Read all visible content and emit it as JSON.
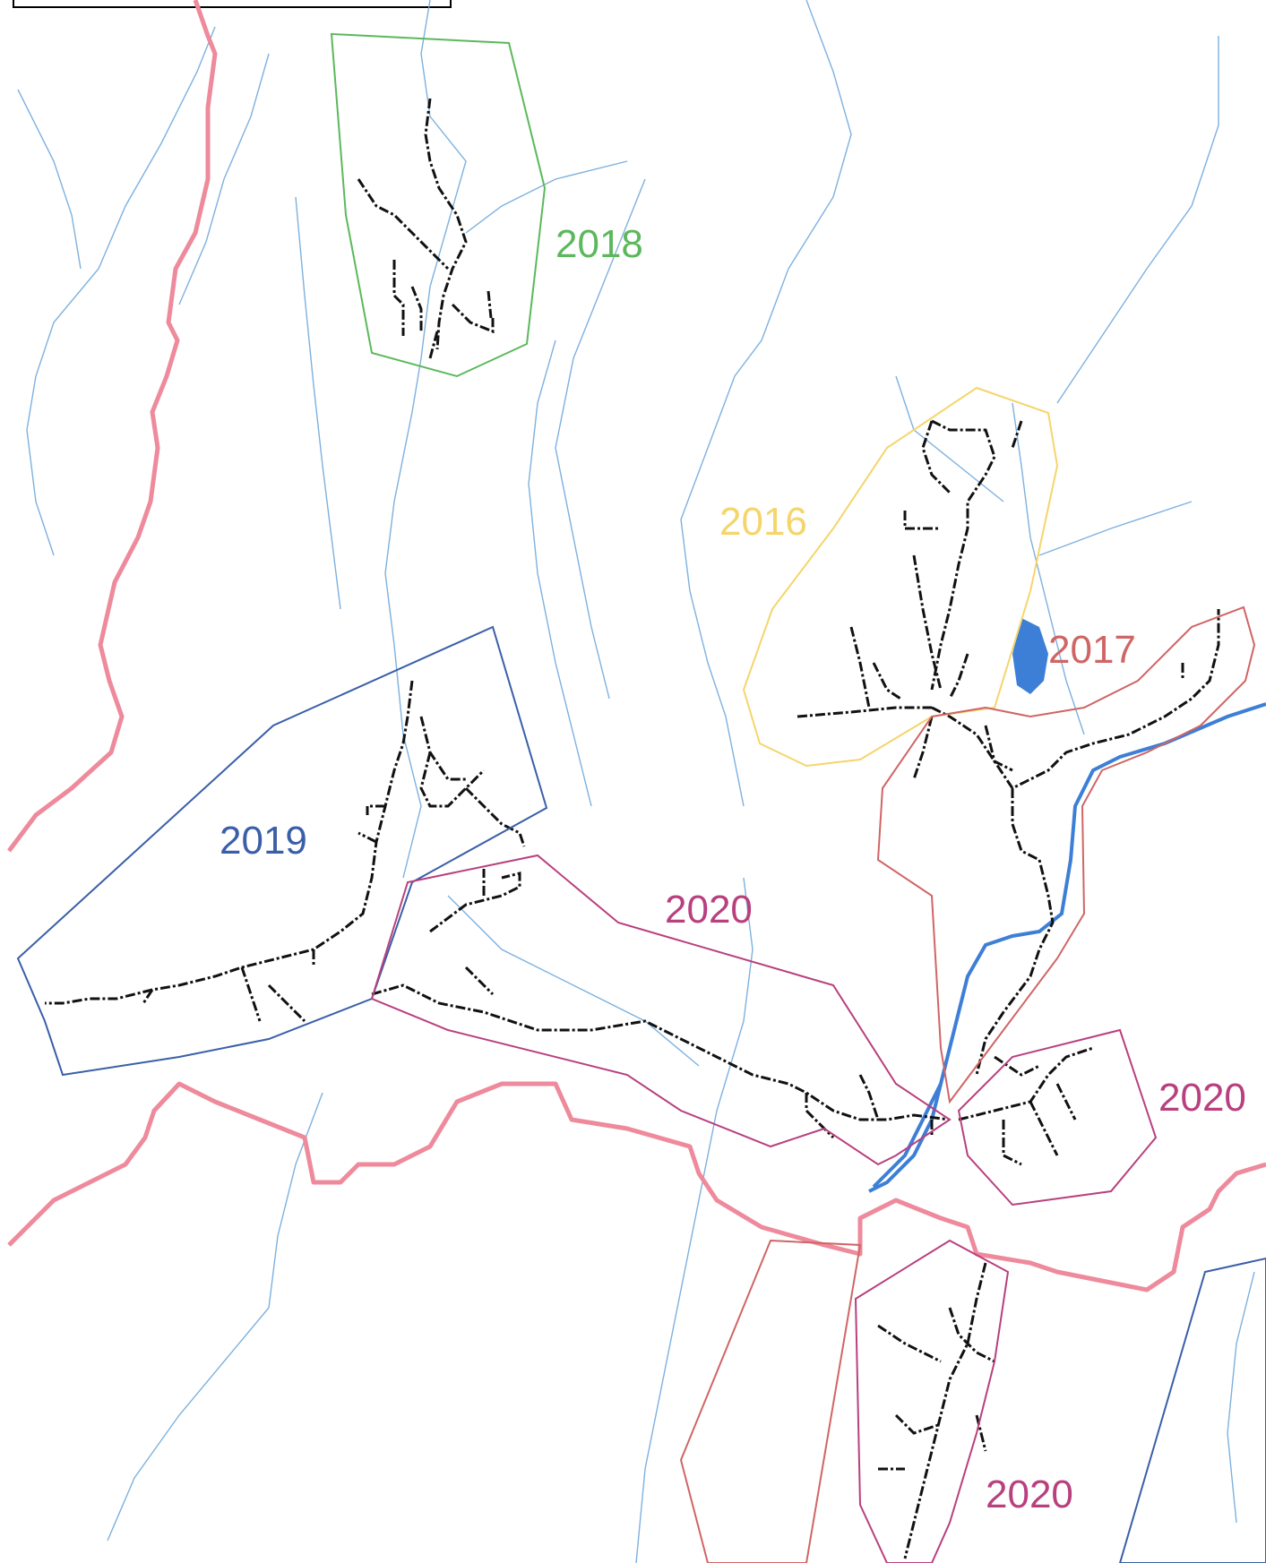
{
  "colors": {
    "zone_2016": "#f5d56b",
    "zone_2017": "#d06565",
    "zone_2018": "#5cb85c",
    "zone_2019": "#3a5fa8",
    "zone_2020": "#b8407e",
    "boundary": "#ee8a9b",
    "river": "#3d7fd6",
    "creek": "#6fa8dc",
    "roads": "#111111"
  },
  "zones": [
    {
      "id": "2018",
      "label": "2018",
      "color_key": "zone_2018"
    },
    {
      "id": "2016",
      "label": "2016",
      "color_key": "zone_2016"
    },
    {
      "id": "2017",
      "label": "2017",
      "color_key": "zone_2017"
    },
    {
      "id": "2019",
      "label": "2019",
      "color_key": "zone_2019"
    },
    {
      "id": "2020a",
      "label": "2020",
      "color_key": "zone_2020"
    },
    {
      "id": "2020b",
      "label": "2020",
      "color_key": "zone_2020"
    },
    {
      "id": "2020c",
      "label": "2020",
      "color_key": "zone_2020"
    }
  ]
}
